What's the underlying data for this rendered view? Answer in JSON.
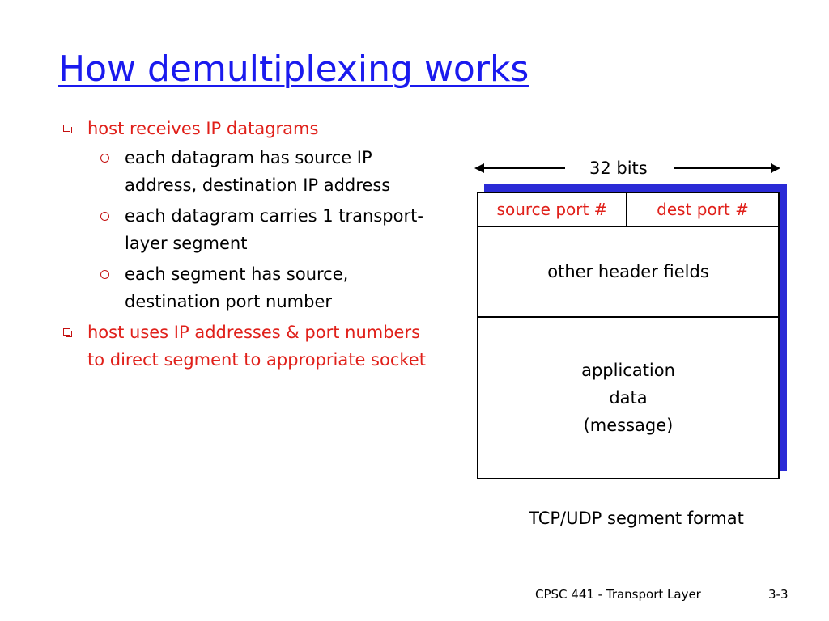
{
  "slide": {
    "title": "How demultiplexing works"
  },
  "bullets": [
    {
      "text": "host receives IP datagrams",
      "sub": [
        "each datagram has source IP address, destination IP address",
        "each datagram carries 1 transport-layer segment",
        "each segment has source, destination port number"
      ]
    },
    {
      "text": "host uses IP addresses & port numbers to direct segment to appropriate socket"
    }
  ],
  "diagram": {
    "width_label": "32 bits",
    "source_port": "source port #",
    "dest_port": "dest port #",
    "header_fields": "other header fields",
    "app_data_lines": [
      "application",
      "data",
      "(message)"
    ],
    "caption": "TCP/UDP segment format",
    "shadow_color": "#2a2ad6"
  },
  "footer": {
    "course": "CPSC 441 - Transport Layer",
    "page": "3-3"
  },
  "colors": {
    "title": "#1a1aee",
    "highlight": "#e0201a",
    "bullet_marker": "#c41010"
  }
}
